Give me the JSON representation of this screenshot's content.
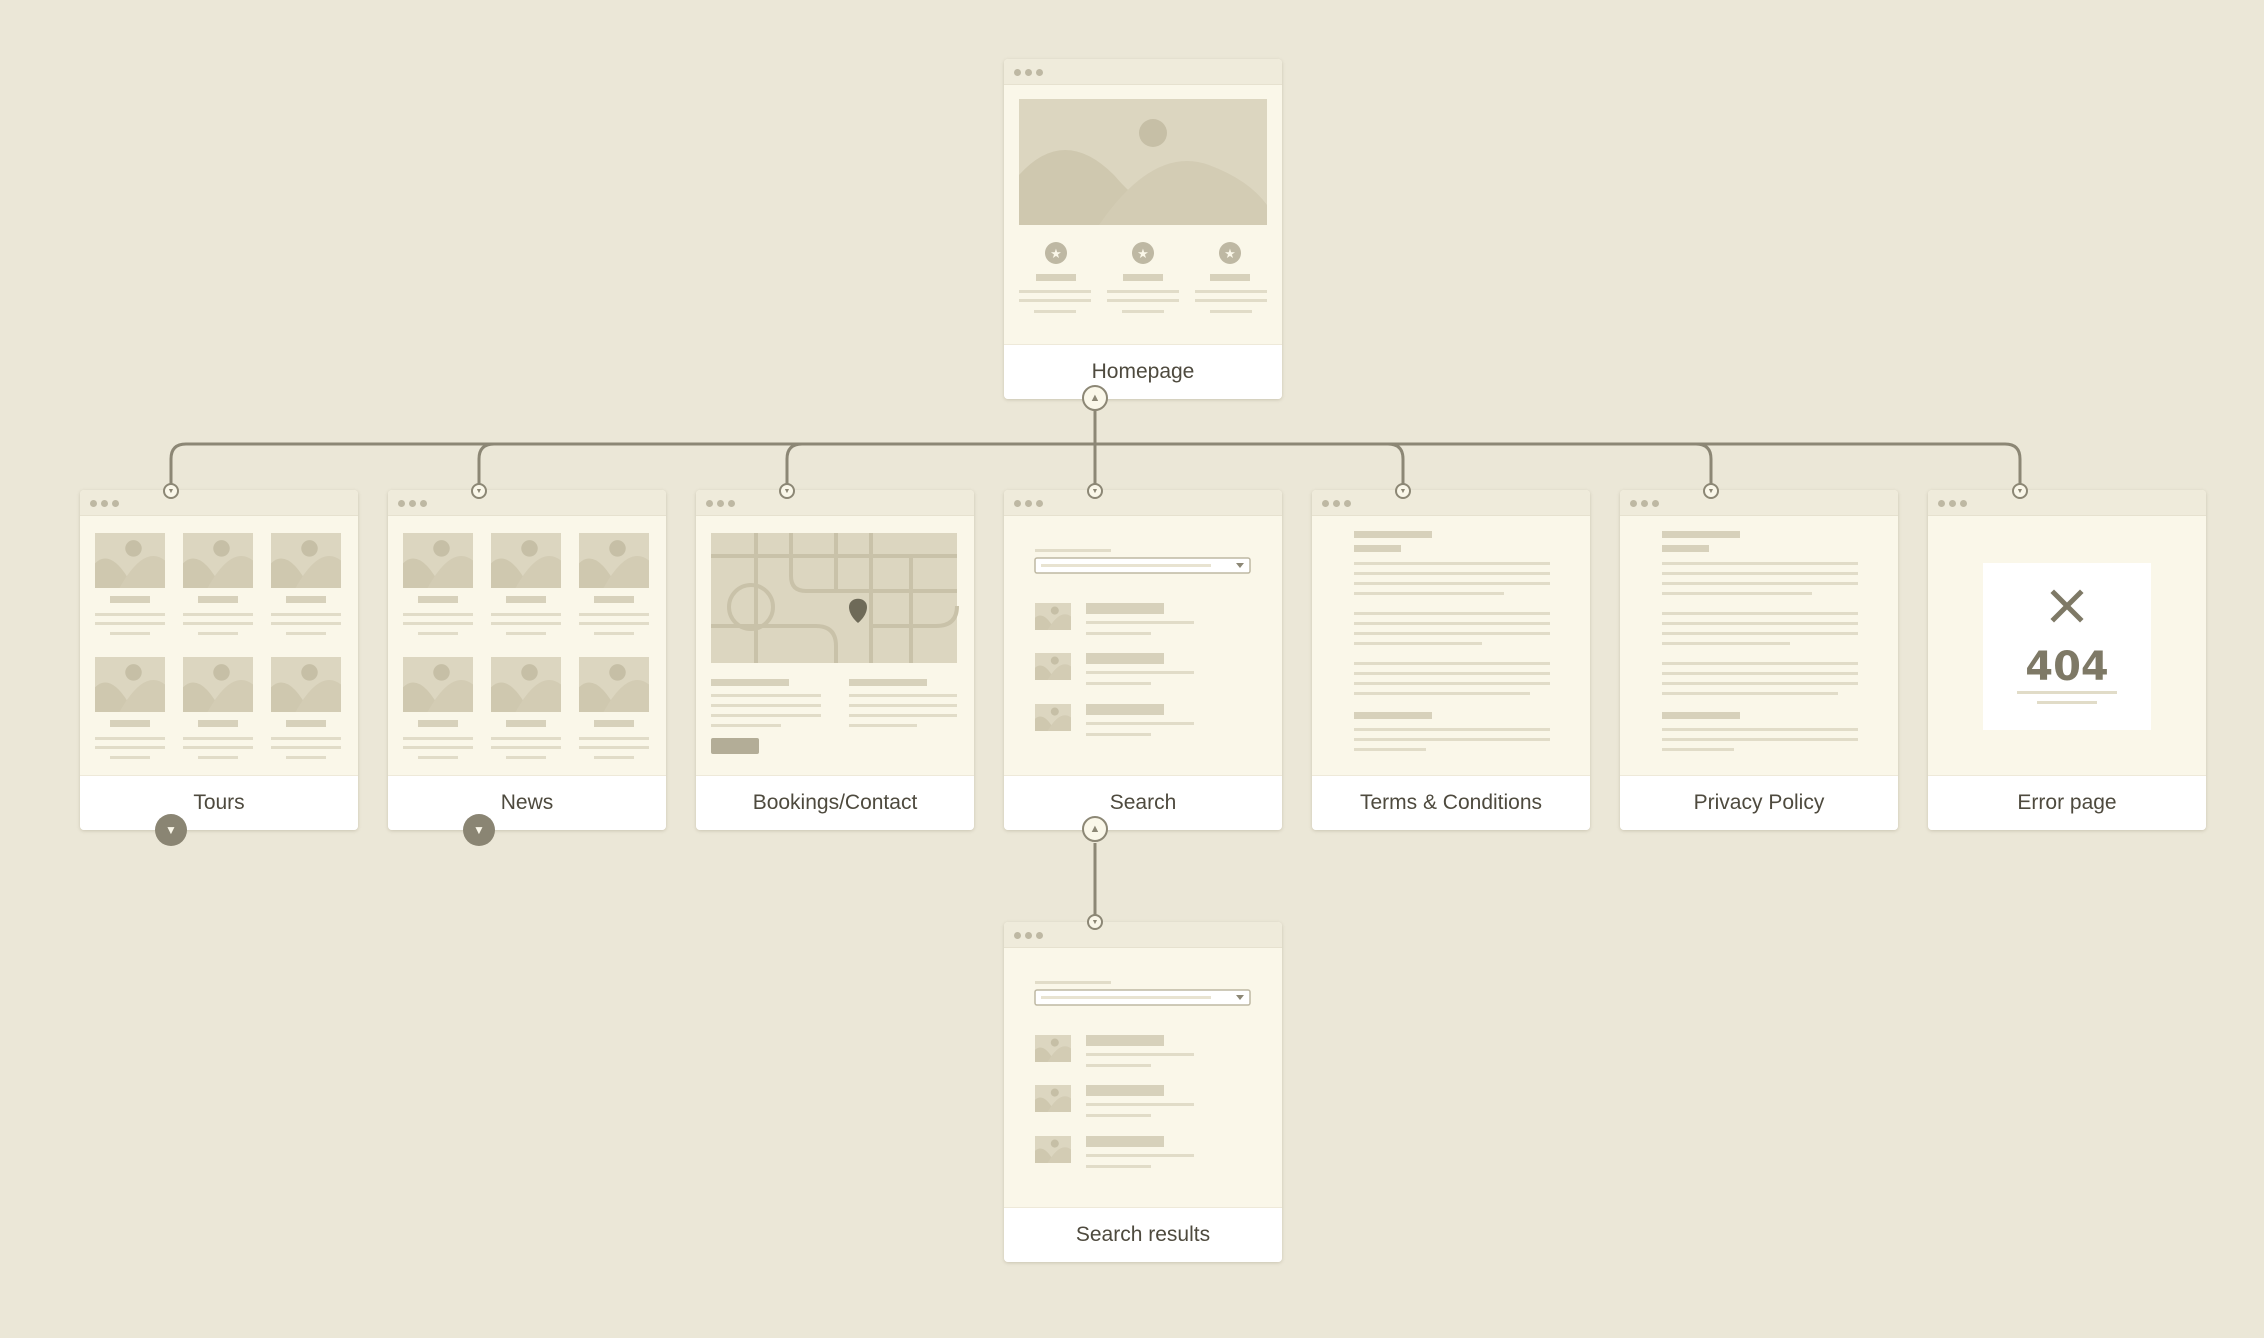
{
  "colors": {
    "background": "#EBE7D7",
    "card": "#FAF7E9",
    "placeholder": "#DCD6C0",
    "connector": "#8C8775",
    "label_text": "#4E4A3E"
  },
  "pages": {
    "homepage": "Homepage",
    "tours": "Tours",
    "news": "News",
    "bookings": "Bookings/Contact",
    "search": "Search",
    "terms": "Terms & Conditions",
    "privacy": "Privacy Policy",
    "error": "Error page",
    "search_results": "Search results"
  },
  "error_page": {
    "code": "404"
  },
  "icons": {
    "expand": "chevron-down-icon",
    "collapse": "chevron-up-icon",
    "close": "close-icon",
    "map_pin": "map-pin-icon",
    "star": "star-icon",
    "image": "image-icon"
  }
}
